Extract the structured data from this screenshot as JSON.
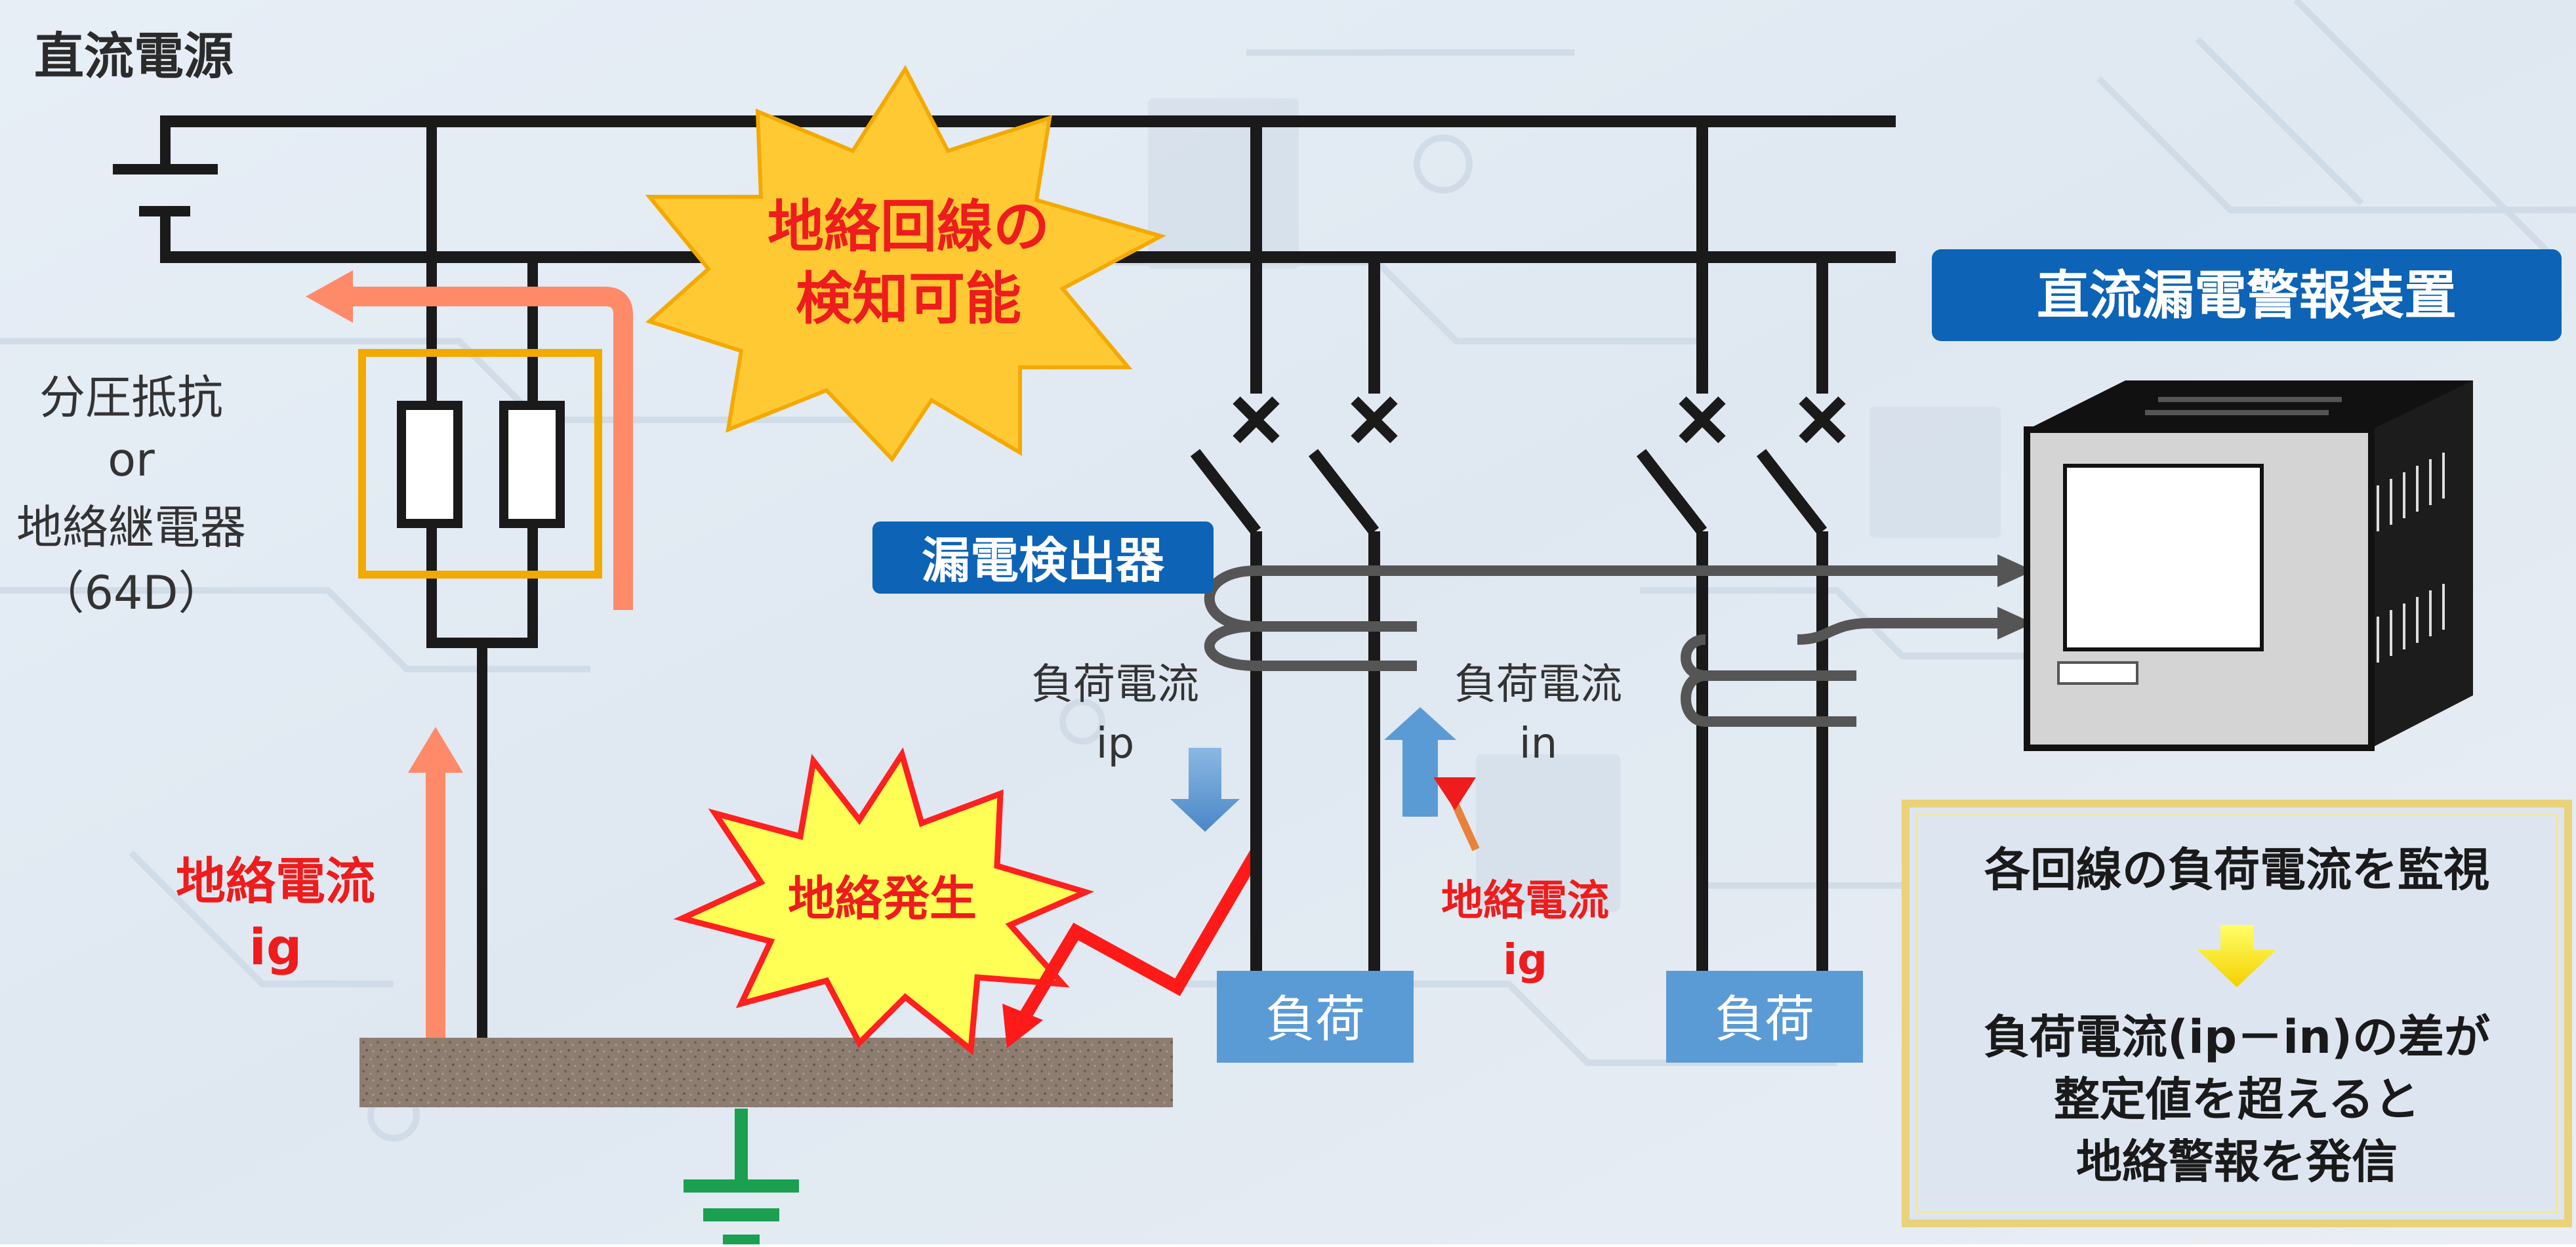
{
  "title": "直流電源",
  "burst_detect": [
    "地絡回線の",
    "検知可能"
  ],
  "resistor_label": [
    "分圧抵抗",
    "or",
    "地絡継電器",
    "（64D）"
  ],
  "ground_current_left": [
    "地絡電流",
    "ig"
  ],
  "fault_label": "地絡発生",
  "detector_label": "漏電検出器",
  "load_current_p": [
    "負荷電流",
    "ip"
  ],
  "load_current_n": [
    "負荷電流",
    "in"
  ],
  "ground_current_mid": [
    "地絡電流",
    "ig"
  ],
  "load_labels": [
    "負荷",
    "負荷"
  ],
  "device_label": "直流漏電警報装置",
  "info_box": {
    "line1": "各回線の負荷電流を監視",
    "line2": "負荷電流(ip－in)の差が",
    "line3": "整定値を超えると",
    "line4": "地絡警報を発信"
  },
  "colors": {
    "red_text": "#ee1c1c",
    "blue_label": "#0d63b5",
    "load_box": "#5b9bd5",
    "arrow_blue": "#5b9bd5",
    "ground_green": "#1aa050",
    "resistor_frame": "#f2a900",
    "current_arrow": "#ff8a6a",
    "burst_yellow": "#ffc934",
    "info_border": "#e9d27a"
  }
}
